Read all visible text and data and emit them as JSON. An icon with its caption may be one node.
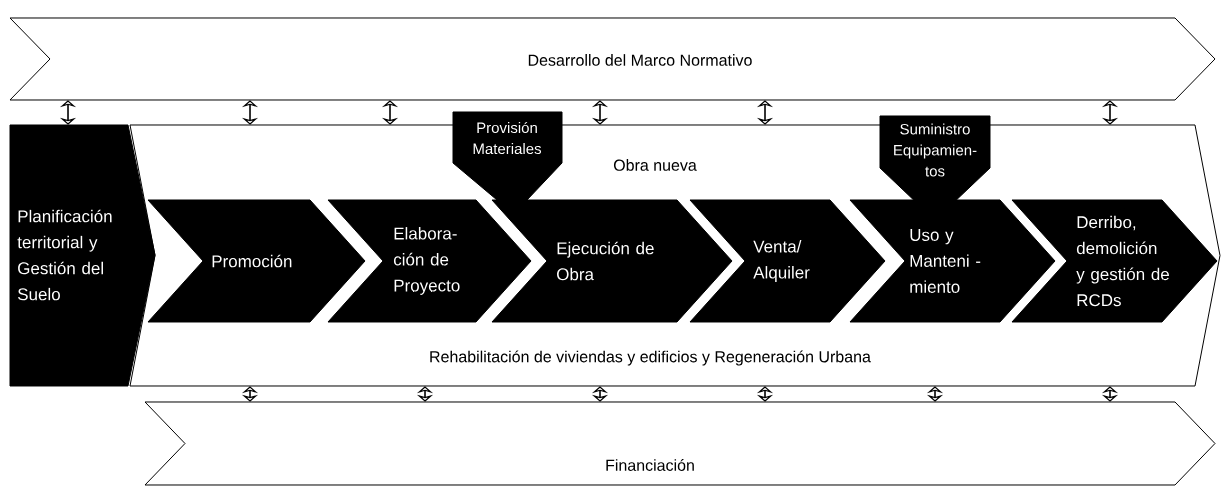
{
  "diagram": {
    "nodes": [
      {
        "text": [
          "Desarrollo del Marco Normativo"
        ]
      },
      {
        "text": [
          "Obra nueva",
          "Rehabilitación de viviendas y edificios y Regeneración Urbana"
        ]
      },
      {
        "text": [
          "Planificación territorial y Gestión del Suelo"
        ]
      },
      {
        "text": [
          "Promoción"
        ],
        "in": 1
      },
      {
        "text": [
          "Elabora- ción de Proyecto"
        ],
        "in": 1
      },
      {
        "text": [
          "Ejecución de Obra"
        ],
        "in": 1
      },
      {
        "text": [
          "Venta/ Alquiler"
        ],
        "in": 1
      },
      {
        "text": [
          "Uso y Manteni - miento"
        ],
        "in": 1
      },
      {
        "text": [
          "Derribo, demolición y gestión de RCDs"
        ],
        "in": 1
      },
      {
        "text": [
          "Provisión Materiales"
        ],
        "in": 1
      },
      {
        "text": [
          "Suministro Equipamien- tos"
        ],
        "in": 1
      },
      {
        "text": [
          "Financiación"
        ]
      }
    ],
    "edges": [
      {
        "from": 0,
        "to": 2,
        "arrow": "both"
      },
      {
        "from": 0,
        "to": 1,
        "arrow": "both"
      },
      {
        "from": 0,
        "to": 1,
        "arrow": "both"
      },
      {
        "from": 0,
        "to": 1,
        "arrow": "both"
      },
      {
        "from": 0,
        "to": 1,
        "arrow": "both"
      },
      {
        "from": 0,
        "to": 1,
        "arrow": "both"
      },
      {
        "from": 1,
        "to": 11,
        "arrow": "both"
      },
      {
        "from": 1,
        "to": 11,
        "arrow": "both"
      },
      {
        "from": 1,
        "to": 11,
        "arrow": "both"
      },
      {
        "from": 1,
        "to": 11,
        "arrow": "both"
      },
      {
        "from": 1,
        "to": 11,
        "arrow": "both"
      },
      {
        "from": 1,
        "to": 11,
        "arrow": "both"
      }
    ]
  }
}
